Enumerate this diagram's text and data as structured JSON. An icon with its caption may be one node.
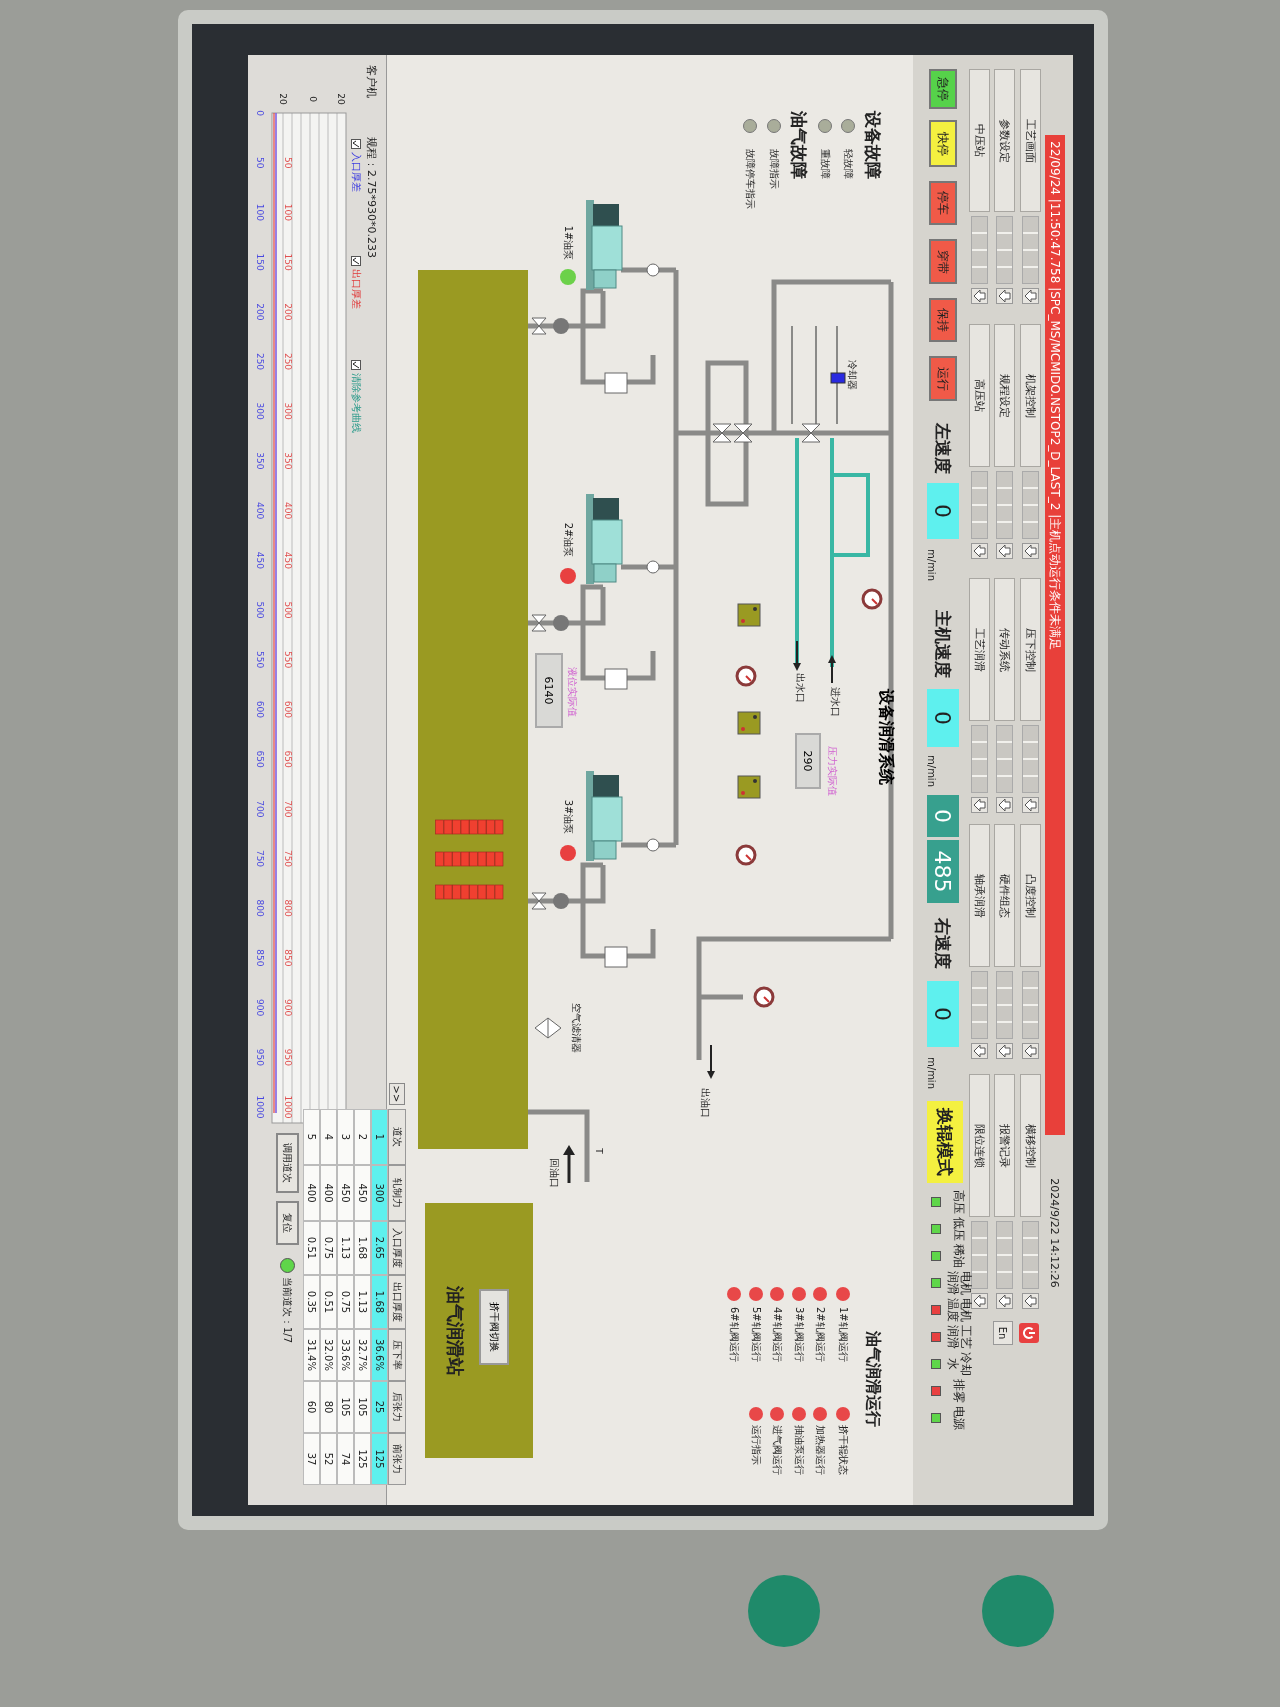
{
  "diagram": {
    "title": "设备润滑系统",
    "nodes": [
      {
        "text": [
          "290"
        ],
        "beside": [
          "压力实际值"
        ]
      },
      {
        "text": [
          "6140"
        ],
        "beside": [
          "液位实际值"
        ]
      },
      {
        "text": [
          "油气润滑站"
        ]
      },
      {
        "text": [
          "挤干阀切换"
        ],
        "in": 2
      }
    ],
    "labels": [
      "22/09/24 |11:50:47.758 |SPC_MS/MCMIDO.NSTOP2_D_LAST_2 |主机点动运行条件未满足",
      "2024/9/22 14:12:26",
      "工艺画面",
      "机架控制",
      "压下控制",
      "凸度控制",
      "横移控制",
      "参数设定",
      "规程设定",
      "传动系统",
      "硬件组态",
      "报警记录",
      "中压站",
      "高压站",
      "工艺润滑",
      "轴承润滑",
      "限位连锁",
      "En",
      "急停",
      "快停",
      "停车",
      "穿带",
      "保持",
      "运行",
      "左速度",
      "0",
      "m/min",
      "主机速度",
      "0",
      "m/min",
      "0",
      "485",
      "右速度",
      "0",
      "m/min",
      "换辊模式",
      "高压",
      "低压",
      "稀油",
      "电机润滑",
      "电机温度",
      "工艺润滑",
      "冷却水",
      "排雾",
      "电源",
      "设备故障",
      "轻故障",
      "重故障",
      "油气故障",
      "故障指示",
      "故障停车指示",
      "冷却器",
      "进水口",
      "出水口",
      "1#油泵",
      "2#油泵",
      "3#油泵",
      "空气滤清器",
      "出油口",
      "T",
      "回油口",
      "油气润滑运行",
      "1#轧阀运行",
      "2#轧阀运行",
      "3#轧阀运行",
      "4#轧阀运行",
      "5#轧阀运行",
      "6#轧阀运行",
      "挤干辊状态",
      "加热器运行",
      "抽油泵运行",
      "进气阀运行",
      "运行指示",
      "客户机",
      "规程：2.75*930*0.233",
      "入口厚差",
      "出口厚差",
      "清除参考曲线",
      "20",
      "0",
      "20",
      "50",
      "100",
      "150",
      "200",
      "250",
      "300",
      "350",
      "400",
      "450",
      "500",
      "550",
      "600",
      "650",
      "700",
      "750",
      "800",
      "850",
      "900",
      "950",
      "1000",
      "0",
      "50",
      "100",
      "150",
      "200",
      "250",
      "300",
      "350",
      "400",
      "450",
      "500",
      "550",
      "600",
      "650",
      "700",
      "750",
      "800",
      "850",
      "900",
      "950",
      "1000",
      ">>",
      "道次",
      "轧制力",
      "入口厚度",
      "出口厚度",
      "压下率",
      "后张力",
      "前张力",
      "1",
      "300",
      "2.65",
      "1.68",
      "36.6%",
      "25",
      "125",
      "2",
      "450",
      "1.68",
      "1.13",
      "32.7%",
      "105",
      "125",
      "3",
      "450",
      "1.13",
      "0.75",
      "33.6%",
      "105",
      "74",
      "4",
      "400",
      "0.75",
      "0.51",
      "32.0%",
      "80",
      "52",
      "5",
      "400",
      "0.51",
      "0.35",
      "31.4%",
      "60",
      "37",
      "调用道次",
      "复位",
      "当前道次：1/7"
    ]
  }
}
